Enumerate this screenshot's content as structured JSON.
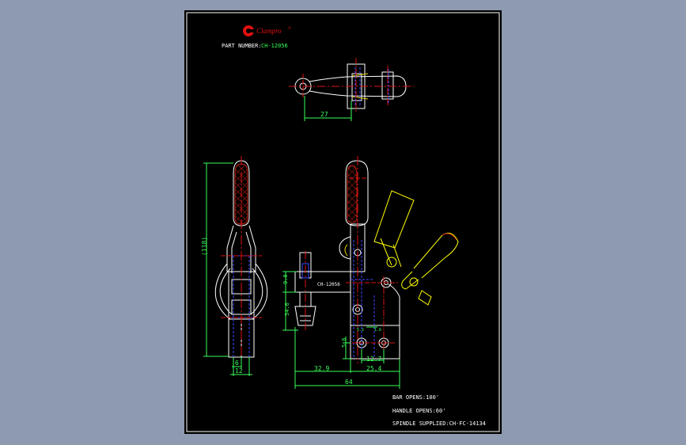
{
  "title_block": {
    "brand": "Clampro",
    "registered_mark": "®",
    "part_number_label": "PART NUMBER:",
    "part_number_value": "CH-12056"
  },
  "dimensions": {
    "top_view_width": "27",
    "side_height": "(118)",
    "side_base_width": "6",
    "side_total_width": "12",
    "height_9_8": "9.8",
    "height_34_6": "34.6",
    "offset_5_6": "5.6",
    "hole_spacing": "12.7",
    "left_offset": "32.9",
    "right_offset": "25.4",
    "overall_length": "64",
    "small_dim_a": "5.2",
    "small_dim_b": "1.6"
  },
  "notes": {
    "bar_opens": "BAR OPENS:100'",
    "handle_opens": "HANDLE OPENS:60'",
    "spindle_supplied": "SPINDLE SUPPLIED:CH-FC-14134"
  },
  "colors": {
    "background": "#8e9ab0",
    "sheet": "#000000",
    "outline": "#ffffff",
    "dimension": "#39ff5a",
    "centerline": "#e01010",
    "hidden": "#3a4cff",
    "handle_open": "#ffff00",
    "grip": "#c02010"
  }
}
